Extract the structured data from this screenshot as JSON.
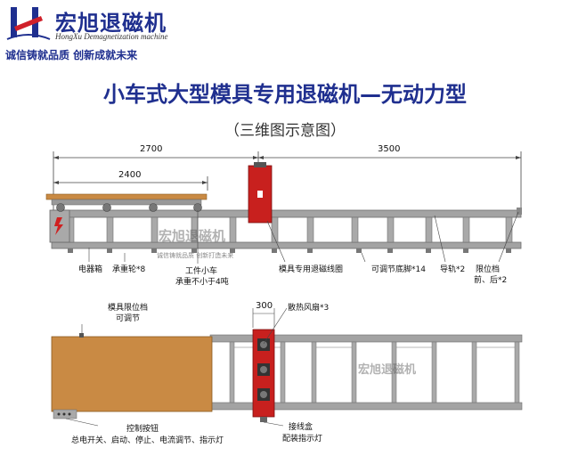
{
  "brand": {
    "name_cn": "宏旭退磁机",
    "name_en": "HongXu Demagnetization machine",
    "slogan": "诚信铸就品质  创新成就未来",
    "watermark_name": "宏旭退磁机",
    "watermark_sub": "诚信铸就品质 创新打造未来",
    "colors": {
      "brand_blue": "#1f2f8f",
      "logo_red": "#d0202a",
      "frame_gray": "#9a9a9a",
      "coil_red": "#c8201e",
      "wood": "#c98a44"
    }
  },
  "title": "小车式大型模具专用退磁机—无动力型",
  "subtitle": "（三维图示意图）",
  "dimensions": {
    "d2700": "2700",
    "d3500": "3500",
    "d2400": "2400",
    "d300": "300"
  },
  "front_labels": {
    "electric_box": "电器箱",
    "bearing_wheel": "承重轮*8",
    "cart_line1": "工件小车",
    "cart_line2": "承重不小于4吨",
    "coil": "模具专用退磁线圈",
    "adjust_feet": "可调节底脚*14",
    "guide_rail": "导轨*2",
    "stop_line1": "限位档",
    "stop_line2": "前、后*2"
  },
  "top_labels": {
    "mold_stop_line1": "模具限位档",
    "mold_stop_line2": "可调节",
    "fan": "散热风扇*3",
    "junction_line1": "接线盒",
    "junction_line2": "配装指示灯",
    "control_line1": "控制按钮",
    "control_line2": "总电开关、启动、停止、电流调节、指示灯"
  }
}
